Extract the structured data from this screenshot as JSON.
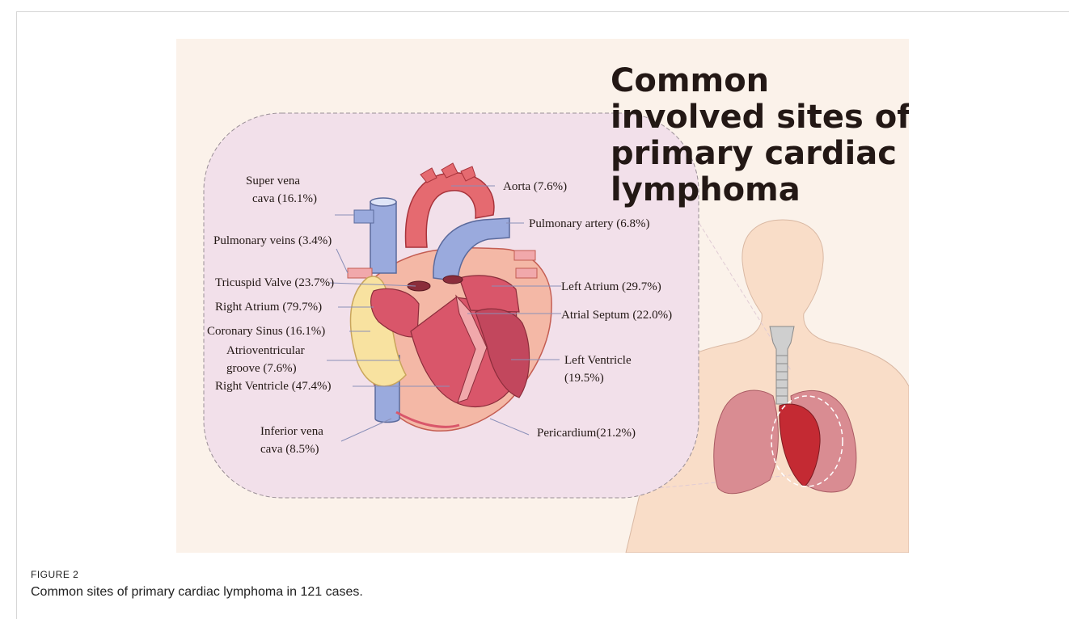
{
  "figure": {
    "title": "Common involved sites of primary cardiac lymphoma",
    "caption_label": "FIGURE 2",
    "caption_text": "Common sites of primary cardiac lymphoma in 121 cases."
  },
  "labels": {
    "svc_1": "Super vena",
    "svc_2": "cava (16.1%)",
    "pulmonary_veins": "Pulmonary veins (3.4%)",
    "tricuspid_valve": "Tricuspid Valve (23.7%)",
    "right_atrium": "Right Atrium (79.7%)",
    "coronary_sinus": "Coronary Sinus (16.1%)",
    "av_groove_1": "Atrioventricular",
    "av_groove_2": "groove (7.6%)",
    "right_ventricle": "Right Ventricle (47.4%)",
    "ivc_1": "Inferior vena",
    "ivc_2": "cava (8.5%)",
    "aorta": "Aorta (7.6%)",
    "pulmonary_artery": "Pulmonary artery (6.8%)",
    "left_atrium": "Left Atrium (29.7%)",
    "atrial_septum": "Atrial Septum (22.0%)",
    "left_ventricle_1": "Left Ventricle",
    "left_ventricle_2": "(19.5%)",
    "pericardium": "Pericardium(21.2%)"
  },
  "colors": {
    "panel_background": "#fbf2ea",
    "zoom_region": "#f2e0ea",
    "body_silhouette": "#f9ddc8",
    "heart_red": "#e56a70",
    "vein_blue": "#9aaadd",
    "fat_yellow": "#f8e2a0",
    "lung_pink": "#d98c92"
  }
}
